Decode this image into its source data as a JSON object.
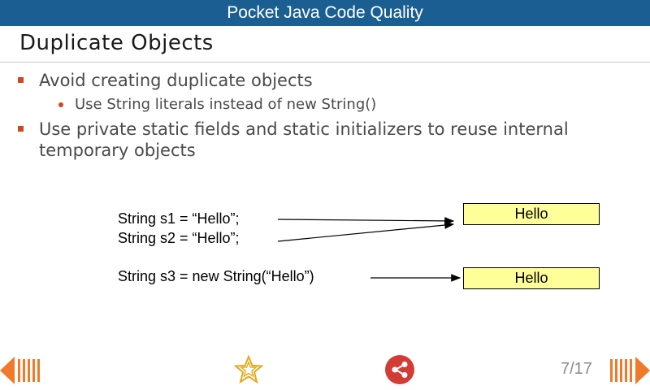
{
  "app": {
    "title": "Pocket Java Code Quality"
  },
  "slide": {
    "title": "Duplicate Objects",
    "bullets": [
      {
        "text": "Avoid creating duplicate objects"
      },
      {
        "text": "Use private static fields and static initializers to reuse internal temporary objects"
      }
    ],
    "sub_bullets": [
      {
        "text": "Use String literals instead of new String()"
      }
    ],
    "diagram": {
      "code_lines": [
        "String s1 = “Hello”;",
        "String s2 = “Hello”;",
        "String s3 = new String(“Hello”)"
      ],
      "boxes": [
        "Hello",
        "Hello"
      ]
    }
  },
  "footer": {
    "page_current": "7",
    "page_total": "17",
    "page_label": "7/17",
    "icons": {
      "prev": "arrow-left-icon",
      "favorite": "star-icon",
      "share": "share-icon",
      "next": "arrow-right-icon"
    },
    "colors": {
      "nav_orange": "#f0792a",
      "share_red": "#d23c35",
      "star_gold": "#e6a817"
    }
  },
  "colors": {
    "topbar": "#1b5f92",
    "bullet_mark": "#d0461f",
    "box_fill": "#ffff99"
  }
}
